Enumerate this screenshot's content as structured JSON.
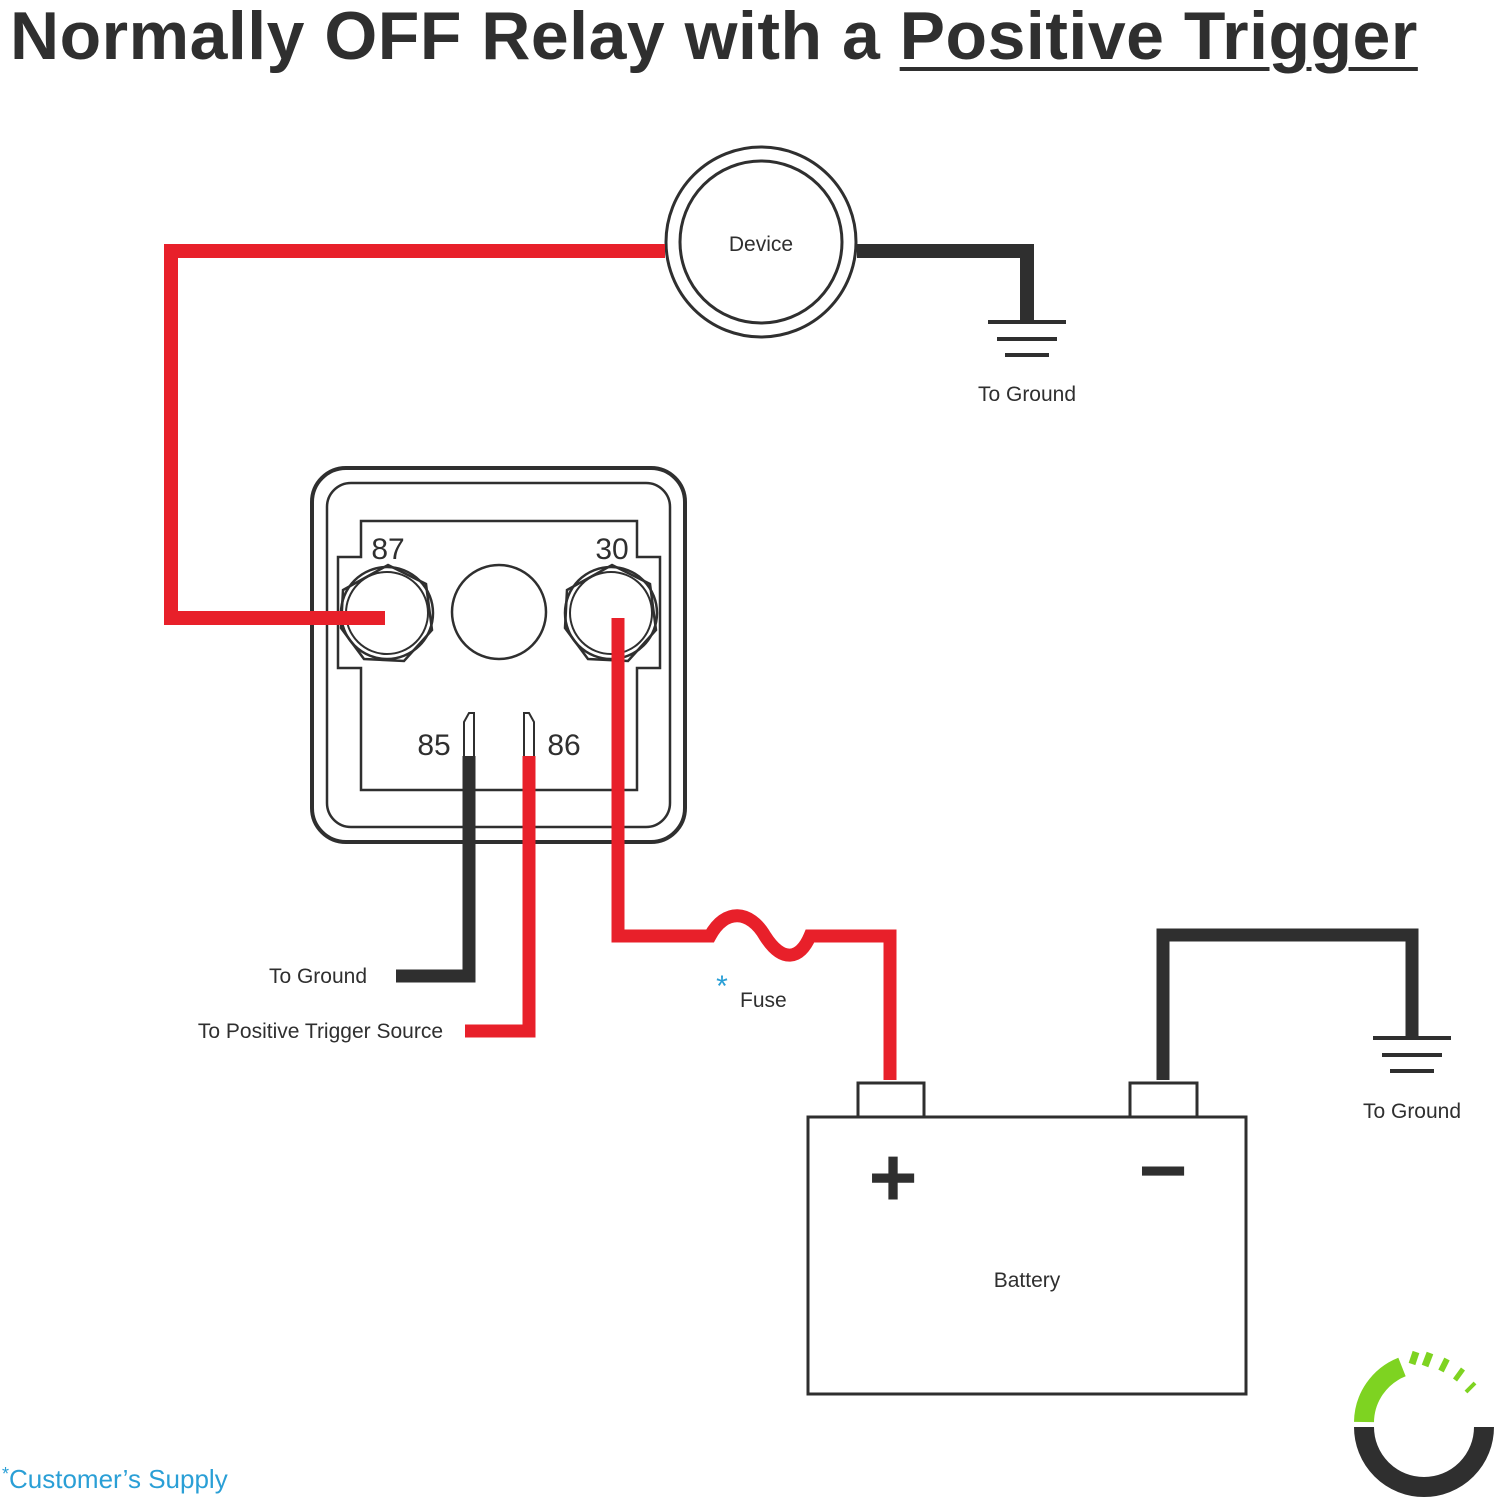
{
  "title": {
    "main": "Normally OFF Relay with a ",
    "emphasis": "Positive Trigger"
  },
  "colors": {
    "positive_wire": "#e8202a",
    "ground_wire": "#2f2f2f",
    "accent_blue": "#2a9fd6",
    "logo_green": "#7ed321"
  },
  "device": {
    "label": "Device"
  },
  "relay": {
    "pin_87": "87",
    "pin_30": "30",
    "pin_85": "85",
    "pin_86": "86"
  },
  "labels": {
    "device_ground": "To Ground",
    "relay_ground": "To Ground",
    "trigger_source": "To Positive Trigger Source",
    "fuse_marker": "*",
    "fuse": "Fuse",
    "battery_ground": "To Ground"
  },
  "battery": {
    "label": "Battery",
    "positive_symbol": "+",
    "negative_symbol": "−"
  },
  "footnote": {
    "marker": "*",
    "text": "Customer’s Supply"
  },
  "icons": [
    "ground-symbol-icon",
    "fuse-icon",
    "logo-icon"
  ]
}
